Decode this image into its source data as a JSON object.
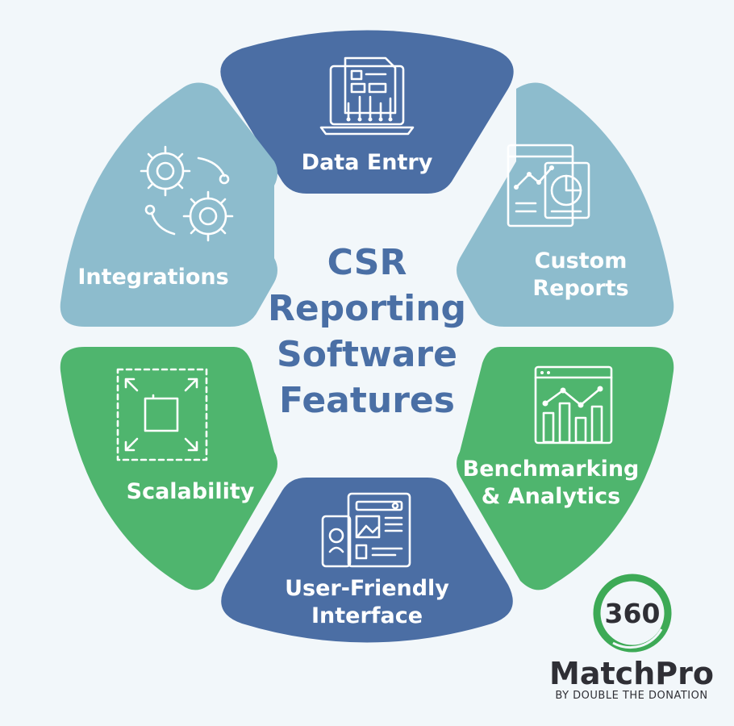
{
  "center_title": [
    "CSR",
    "Reporting",
    "Software",
    "Features"
  ],
  "segments": [
    {
      "id": "data-entry",
      "lines": [
        "Data Entry"
      ],
      "color": "#4b6ea4"
    },
    {
      "id": "custom-reports",
      "lines": [
        "Custom",
        "Reports"
      ],
      "color": "#8dbccd"
    },
    {
      "id": "benchmarking",
      "lines": [
        "Benchmarking",
        "& Analytics"
      ],
      "color": "#4fb56e"
    },
    {
      "id": "user-friendly",
      "lines": [
        "User-Friendly",
        "Interface"
      ],
      "color": "#4b6ea4"
    },
    {
      "id": "scalability",
      "lines": [
        "Scalability"
      ],
      "color": "#4fb56e"
    },
    {
      "id": "integrations",
      "lines": [
        "Integrations"
      ],
      "color": "#8dbccd"
    }
  ],
  "logo": {
    "number": "360",
    "brand": "MatchPro",
    "tagline": "BY DOUBLE THE DONATION",
    "ring_color": "#3daa56"
  }
}
